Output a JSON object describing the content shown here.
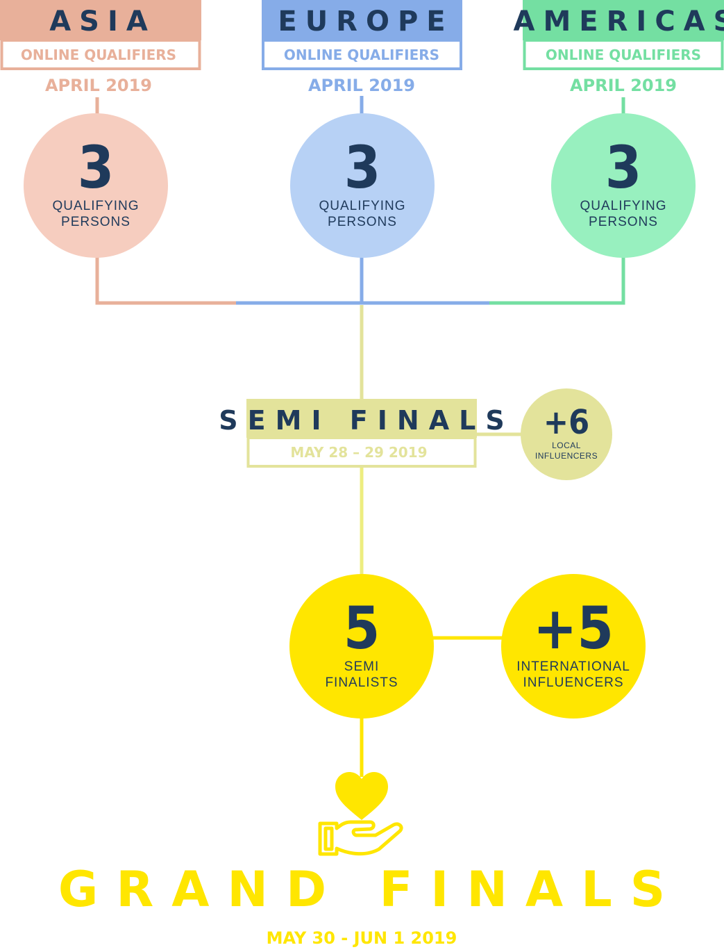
{
  "regions": [
    {
      "name": "ASIA",
      "subtitle": "ONLINE QUALIFIERS",
      "date": "APRIL 2019",
      "count": "3",
      "count_label_1": "QUALIFYING",
      "count_label_2": "PERSONS"
    },
    {
      "name": "EUROPE",
      "subtitle": "ONLINE QUALIFIERS",
      "date": "APRIL 2019",
      "count": "3",
      "count_label_1": "QUALIFYING",
      "count_label_2": "PERSONS"
    },
    {
      "name": "AMERICAS",
      "subtitle": "ONLINE QUALIFIERS",
      "date": "APRIL 2019",
      "count": "3",
      "count_label_1": "QUALIFYING",
      "count_label_2": "PERSONS"
    }
  ],
  "semi_finals": {
    "title": "SEMI FINALS",
    "date": "MAY 28 – 29 2019",
    "extra_count": "+6",
    "extra_label_1": "LOCAL",
    "extra_label_2": "INFLUENCERS"
  },
  "finalists": {
    "count": "5",
    "label_1": "SEMI",
    "label_2": "FINALISTS",
    "extra_count": "+5",
    "extra_label_1": "INTERNATIONAL",
    "extra_label_2": "INFLUENCERS"
  },
  "grand_finals": {
    "title": "GRAND FINALS",
    "date": "MAY 30 - JUN 1 2019"
  },
  "colors": {
    "asia": "#e8b09a",
    "asia_circle": "#f6cdbf",
    "europe": "#86ace8",
    "europe_circle": "#b7d1f5",
    "americas": "#74dfa2",
    "americas_circle": "#98f0bf",
    "semi": "#e3e39b",
    "final": "#ffe600",
    "text_dark": "#1f3a5b"
  }
}
